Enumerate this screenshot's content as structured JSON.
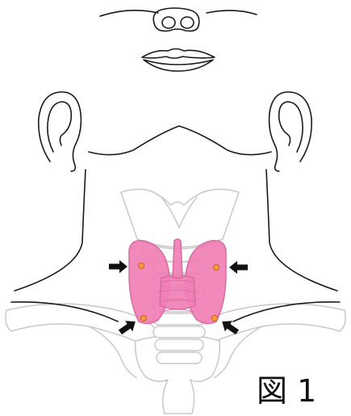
{
  "figure": {
    "label": "図 1",
    "arrow_count": 4,
    "marker_count": 4
  },
  "colors": {
    "outline": "#1a1a1a",
    "skeleton_stroke": "#c8c8c8",
    "thyroid_fill": "#f07fb4",
    "thyroid_stroke": "#d86aa0",
    "marker_fill": "#f59a3e",
    "marker_stroke": "#c9601a",
    "arrow": "#111111"
  },
  "icons": {
    "arrow": "black-arrow-icon",
    "marker": "orange-dot-icon"
  }
}
